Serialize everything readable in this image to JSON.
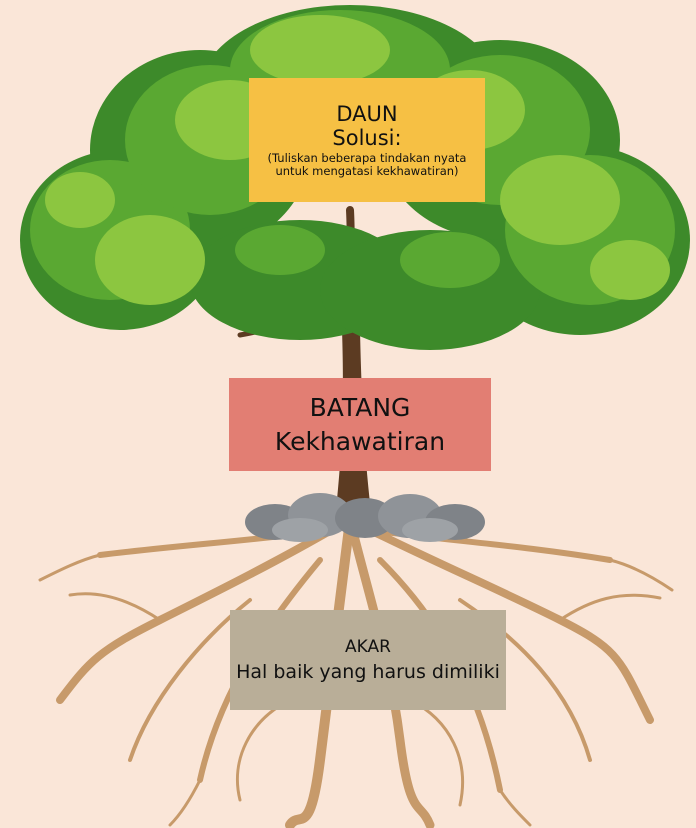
{
  "daun": {
    "title": "DAUN",
    "subtitle": "Solusi:",
    "note": "(Tuliskan beberapa tindakan nyata untuk mengatasi kekhawatiran)"
  },
  "batang": {
    "title": "BATANG",
    "subtitle": "Kekhawatiran"
  },
  "akar": {
    "title": "AKAR",
    "subtitle": "Hal baik yang harus dimiliki"
  },
  "colors": {
    "background": "#fae6d8",
    "leaf_dark": "#3d8a2a",
    "leaf_mid": "#5aa832",
    "leaf_light": "#8cc640",
    "trunk": "#5c3b22",
    "roots": "#c79a6a",
    "stones": "#8f9398",
    "daun_box": "#f6c044",
    "batang_box": "#e27e73",
    "akar_box": "#b9ae98"
  }
}
